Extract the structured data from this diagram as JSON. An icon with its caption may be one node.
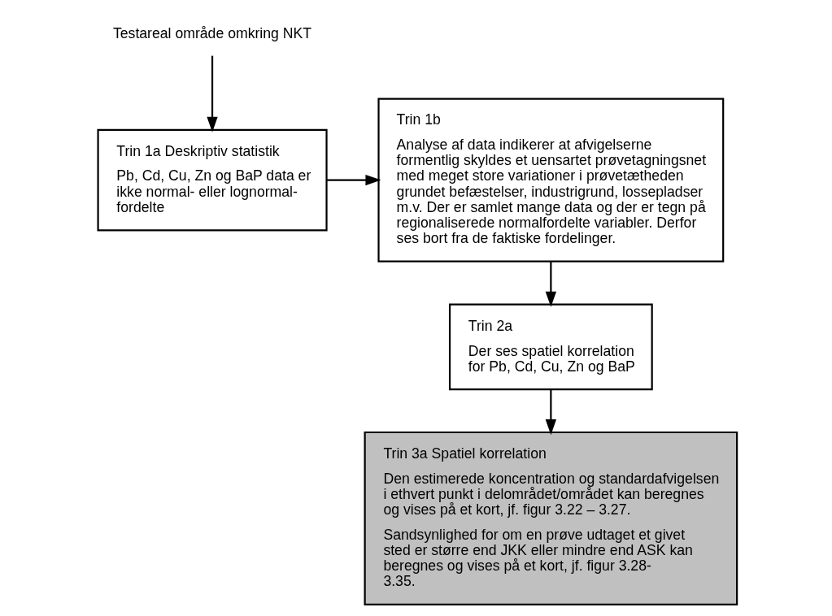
{
  "diagram": {
    "nodes": [
      {
        "text": [
          "Testareal område omkring NKT"
        ]
      },
      {
        "text": [
          "Trin 1a Deskriptiv statistik",
          "Pb, Cd, Cu, Zn og BaP data er ikke normal- eller lognormal- fordelte"
        ]
      },
      {
        "text": [
          "Trin 1b",
          "Analyse af data indikerer at afvigelserne formentlig skyldes et uensartet prøvetagningsnet med meget store variationer i prøvetætheden grundet befæstelser, industrigrund, lossepladser m.v. Der er samlet mange data og der er tegn på regionaliserede normalfordelte variabler. Derfor ses bort fra de faktiske fordelinger."
        ]
      },
      {
        "text": [
          "Trin 2a",
          "Der ses spatiel korrelation for Pb, Cd, Cu, Zn og BaP"
        ]
      },
      {
        "text": [
          "Trin 3a Spatiel korrelation",
          "Den estimerede koncentration og standardafvigelsen i ethvert punkt i delområdet/området kan beregnes og vises på et kort, jf. figur 3.22 – 3.27.",
          "Sandsynlighed for om en prøve udtaget et givet sted er større end JKK eller mindre end ASK kan beregnes og vises på et kort, jf. figur 3.28- 3.35."
        ]
      }
    ],
    "edges": [
      {
        "from": 0,
        "to": 1,
        "arrow": "to"
      },
      {
        "from": 1,
        "to": 2,
        "arrow": "to"
      },
      {
        "from": 2,
        "to": 3,
        "arrow": "to"
      },
      {
        "from": 3,
        "to": 4,
        "arrow": "to"
      }
    ]
  }
}
